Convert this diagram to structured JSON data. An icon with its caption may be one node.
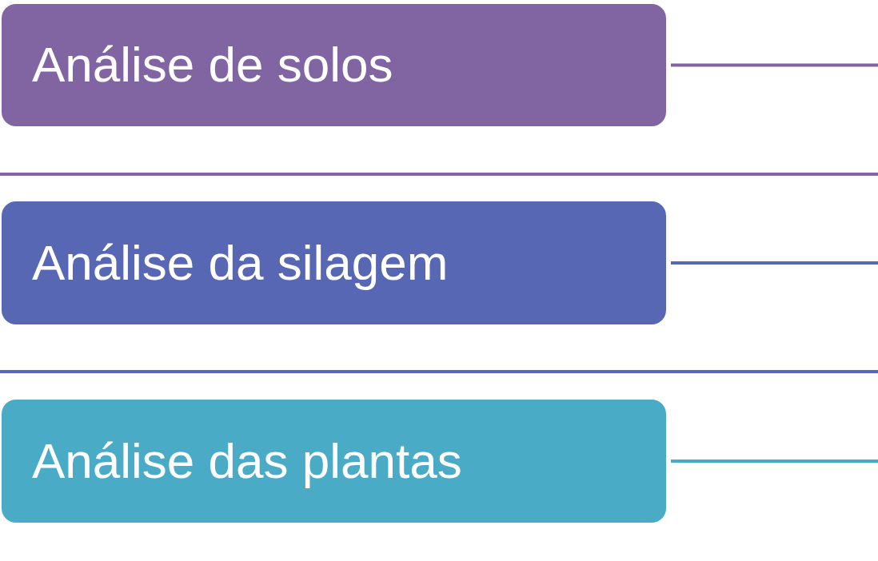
{
  "diagram": {
    "nodes": [
      {
        "text": [
          "Análise de solos"
        ]
      },
      {
        "text": [
          "Análise da silagem"
        ]
      },
      {
        "text": [
          "Análise das plantas"
        ]
      }
    ],
    "edges": [
      {
        "from": 0,
        "to": null,
        "arrow": "none",
        "color": "#8165a2"
      },
      {
        "from": 1,
        "to": null,
        "arrow": "none",
        "color": "#5767b3"
      },
      {
        "from": 2,
        "to": null,
        "arrow": "none",
        "color": "#4aabc6"
      }
    ]
  }
}
